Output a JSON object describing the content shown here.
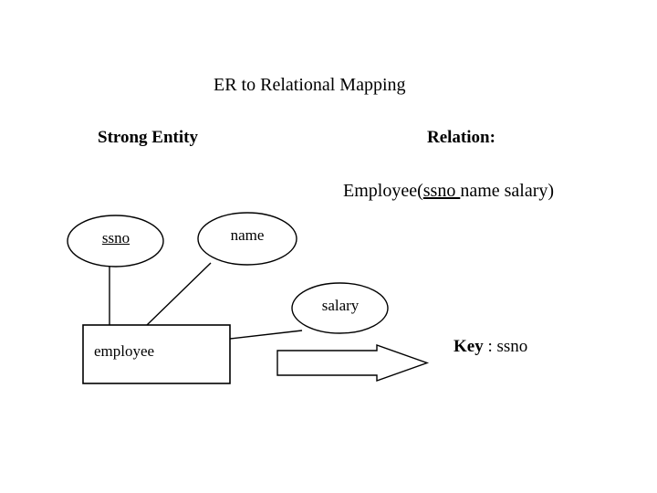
{
  "slide": {
    "title": "ER to Relational Mapping",
    "background_color": "#ffffff",
    "stroke_color": "#000000",
    "text_color": "#000000"
  },
  "headings": {
    "left": "Strong Entity",
    "right": "Relation:"
  },
  "relation_schema": {
    "table_name": "Employee(",
    "primary_key": "ssno ",
    "attributes": "name salary",
    "close_paren": ")",
    "full_text": "Employee(ssno name salary)"
  },
  "key_note": {
    "label": "Key",
    "value": " : ssno",
    "full_text": "Key : ssno"
  },
  "er_diagram": {
    "attributes": [
      {
        "name": "ssno",
        "is_key": true
      },
      {
        "name": "name",
        "is_key": false
      },
      {
        "name": "salary",
        "is_key": false
      }
    ],
    "entity": {
      "name": "employee",
      "type": "strong"
    },
    "arrow": {
      "direction": "right",
      "style": "hollow-block"
    }
  }
}
